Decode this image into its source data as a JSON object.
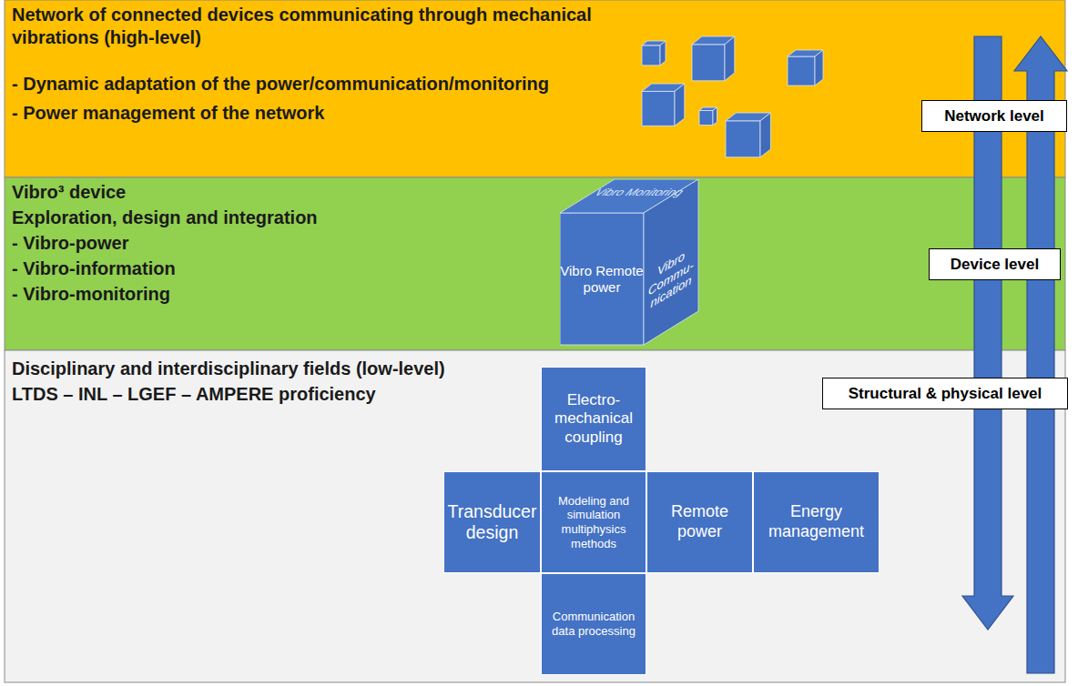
{
  "diagram": {
    "nodes": [
      {
        "text": [
          "Network of connected devices communicating through mechanical vibrations (high-level)",
          "- Dynamic adaptation of the power/communication/monitoring",
          "- Power management of the network"
        ]
      },
      {
        "text": [
          "Network level"
        ]
      },
      {
        "text": [
          "Vibro³ device",
          "Exploration, design and integration",
          "- Vibro-power",
          "- Vibro-information",
          "- Vibro-monitoring"
        ]
      },
      {
        "text": [
          "Vibro Remote power",
          "Vibro Monitoring",
          "Vibro Commu-nication"
        ],
        "in": 2
      },
      {
        "text": [
          "Device level"
        ]
      },
      {
        "text": [
          "Disciplinary and interdisciplinary fields (low-level)",
          "LTDS – INL – LGEF – AMPERE proficiency"
        ]
      },
      {
        "text": [
          "Electro-mechanical coupling"
        ],
        "in": 5
      },
      {
        "text": [
          "Transducer design"
        ],
        "in": 5
      },
      {
        "text": [
          "Modeling and simulation multiphysics methods"
        ],
        "in": 5
      },
      {
        "text": [
          "Remote power"
        ],
        "in": 5
      },
      {
        "text": [
          "Energy management"
        ],
        "in": 5
      },
      {
        "text": [
          "Communication data processing"
        ],
        "in": 5
      },
      {
        "text": [
          "Structural & physical level"
        ]
      }
    ],
    "edges": []
  }
}
